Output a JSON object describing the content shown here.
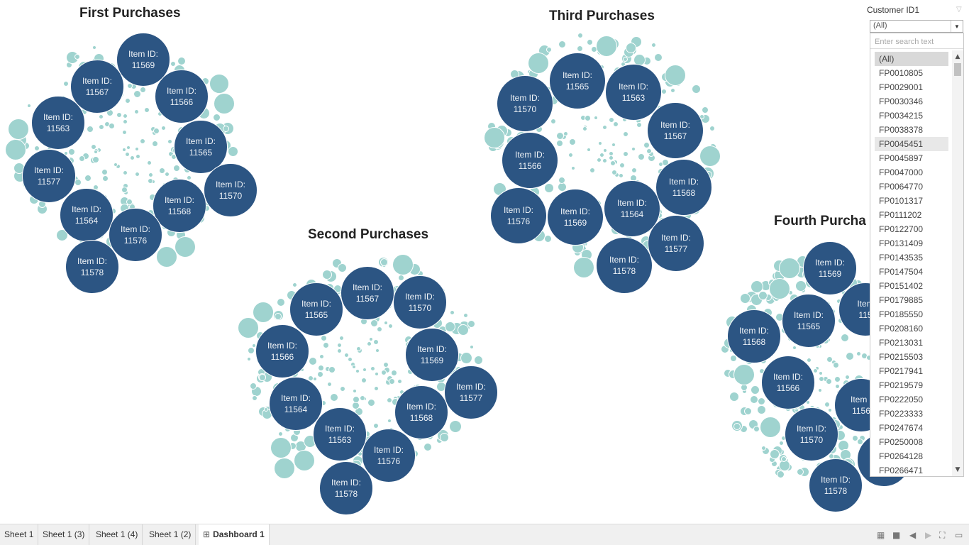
{
  "charts": [
    {
      "id": "first",
      "title": "First Purchases",
      "bubbles": [
        {
          "label": "Item ID:",
          "id": "11569"
        },
        {
          "label": "Item ID:",
          "id": "11567"
        },
        {
          "label": "Item ID:",
          "id": "11566"
        },
        {
          "label": "Item ID:",
          "id": "11563"
        },
        {
          "label": "Item ID:",
          "id": "11565"
        },
        {
          "label": "Item ID:",
          "id": "11577"
        },
        {
          "label": "Item ID:",
          "id": "11570"
        },
        {
          "label": "Item ID:",
          "id": "11564"
        },
        {
          "label": "Item ID:",
          "id": "11568"
        },
        {
          "label": "Item ID:",
          "id": "11576"
        },
        {
          "label": "Item ID:",
          "id": "11578"
        }
      ]
    },
    {
      "id": "second",
      "title": "Second Purchases",
      "bubbles": [
        {
          "label": "Item ID:",
          "id": "11567"
        },
        {
          "label": "Item ID:",
          "id": "11565"
        },
        {
          "label": "Item ID:",
          "id": "11570"
        },
        {
          "label": "Item ID:",
          "id": "11566"
        },
        {
          "label": "Item ID:",
          "id": "11569"
        },
        {
          "label": "Item ID:",
          "id": "11577"
        },
        {
          "label": "Item ID:",
          "id": "11564"
        },
        {
          "label": "Item ID:",
          "id": "11568"
        },
        {
          "label": "Item ID:",
          "id": "11563"
        },
        {
          "label": "Item ID:",
          "id": "11576"
        },
        {
          "label": "Item ID:",
          "id": "11578"
        }
      ]
    },
    {
      "id": "third",
      "title": "Third Purchases",
      "bubbles": [
        {
          "label": "Item ID:",
          "id": "11565"
        },
        {
          "label": "Item ID:",
          "id": "11563"
        },
        {
          "label": "Item ID:",
          "id": "11570"
        },
        {
          "label": "Item ID:",
          "id": "11567"
        },
        {
          "label": "Item ID:",
          "id": "11566"
        },
        {
          "label": "Item ID:",
          "id": "11568"
        },
        {
          "label": "Item ID:",
          "id": "11576"
        },
        {
          "label": "Item ID:",
          "id": "11569"
        },
        {
          "label": "Item ID:",
          "id": "11564"
        },
        {
          "label": "Item ID:",
          "id": "11577"
        },
        {
          "label": "Item ID:",
          "id": "11578"
        }
      ]
    },
    {
      "id": "fourth",
      "title": "Fourth Purcha",
      "bubbles": [
        {
          "label": "Item ID:",
          "id": "11569"
        },
        {
          "label": "Item ID:",
          "id": "11565"
        },
        {
          "label": "Item",
          "id": "115"
        },
        {
          "label": "Item ID:",
          "id": "11568"
        },
        {
          "label": "Item ID:",
          "id": "11566"
        },
        {
          "label": "Item I",
          "id": "1156"
        },
        {
          "label": "Item ID:",
          "id": "11570"
        },
        {
          "label": "Item ID:",
          "id": "11578"
        },
        {
          "label": "",
          "id": ""
        },
        {
          "label": "",
          "id": ""
        }
      ]
    }
  ],
  "filter": {
    "title": "Customer ID1",
    "selected": "(All)",
    "search_placeholder": "Enter search text",
    "items": [
      "(All)",
      "FP0010805",
      "FP0029001",
      "FP0030346",
      "FP0034215",
      "FP0038378",
      "FP0045451",
      "FP0045897",
      "FP0047000",
      "FP0064770",
      "FP0101317",
      "FP0111202",
      "FP0122700",
      "FP0131409",
      "FP0143535",
      "FP0147504",
      "FP0151402",
      "FP0179885",
      "FP0185550",
      "FP0208160",
      "FP0213031",
      "FP0215503",
      "FP0217941",
      "FP0219579",
      "FP0222050",
      "FP0223333",
      "FP0247674",
      "FP0250008",
      "FP0264128",
      "FP0266471"
    ],
    "selected_index": 0,
    "hover_index": 6
  },
  "tabs": [
    {
      "label": "Sheet 1"
    },
    {
      "label": "Sheet 1 (3)"
    },
    {
      "label": "Sheet 1 (4)"
    },
    {
      "label": "Sheet 1 (2)"
    },
    {
      "label": "Dashboard 1",
      "active": true
    }
  ],
  "colors": {
    "big_bubble": "#2c5583",
    "small_bubble": "#9fd3cf"
  }
}
